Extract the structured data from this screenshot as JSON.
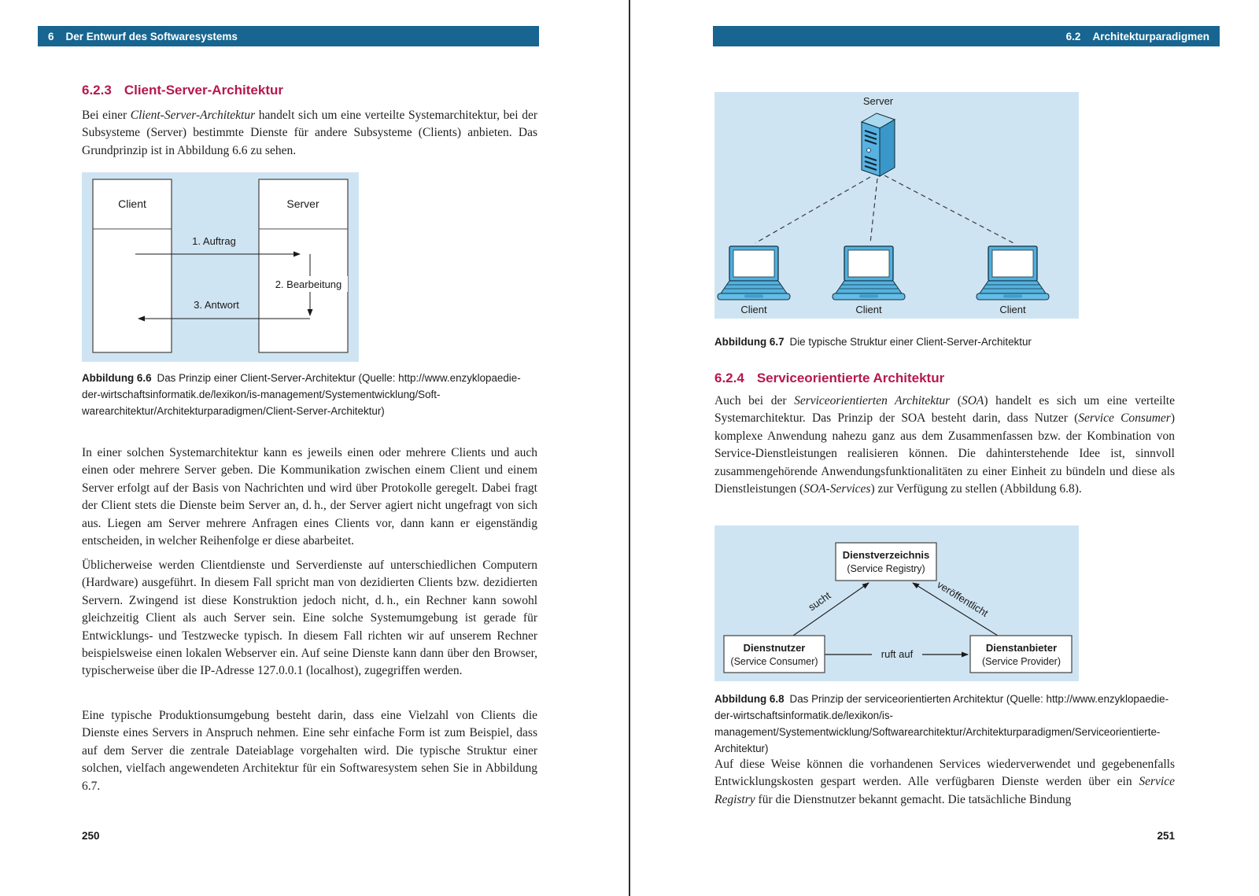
{
  "colors": {
    "header_bar": "#176590",
    "section_heading": "#b6184d",
    "figure_background": "#cfe4f2",
    "diagram_blue_front": "#58b2e1",
    "diagram_blue_side": "#3a97c9",
    "diagram_blue_top": "#a8d9ef",
    "box_border": "#4d4d4d"
  },
  "left_page": {
    "header": {
      "number": "6",
      "title": "Der Entwurf des Softwaresystems"
    },
    "page_number": "250",
    "section": {
      "number": "6.2.3",
      "title": "Client-Server-Architektur"
    },
    "para1": [
      {
        "t": "Bei einer "
      },
      {
        "t": "Client-Server-Architektur",
        "i": true
      },
      {
        "t": " handelt sich um eine verteilte Systemarchitektur, bei der Subsysteme (Server) bestimmte Dienste für andere Subsysteme (Clients) anbieten. Das Grundprinzip ist in Abbildung 6.6 zu sehen."
      }
    ],
    "figure66": {
      "client_label": "Client",
      "server_label": "Server",
      "step1": "1. Auftrag",
      "step2": "2. Bearbeitung",
      "step3": "3. Antwort",
      "caption": [
        {
          "t": "Abbildung 6.6",
          "b": true
        },
        {
          "t": "Das Prinzip einer Client-Server-Architektur (Quelle: http://www.enzyklo­paedie-der-wirtschaftsinformatik.de/lexikon/is-management/Systementwicklung/Soft­warearchitektur/Architekturparadigmen/Client-Server-Architektur)"
        }
      ]
    },
    "para2": [
      {
        "t": "In einer solchen Systemarchitektur kann es jeweils einen oder mehrere Clients und auch einen oder mehrere Server geben. Die Kommunikation zwischen einem Client und einem Server erfolgt auf der Basis von Nachrichten und wird über Protokolle geregelt. Dabei fragt der Client stets die Dienste beim Server an, d. h., der Server agiert nicht ungefragt von sich aus. Liegen am Server mehrere Anfragen eines Clients vor, dann kann er eigenständig entscheiden, in welcher Reihenfolge er diese abarbeitet."
      }
    ],
    "para3": [
      {
        "t": "Üblicherweise werden Clientdienste und Serverdienste auf unterschiedlichen Com­putern (Hardware) ausgeführt. In diesem Fall spricht man von dezidierten Clients bzw. dezidierten Servern. Zwingend ist diese Konstruktion jedoch nicht, d. h., ein Rechner kann sowohl gleichzeitig Client als auch Server sein. Eine solche Systemum­gebung ist gerade für Entwicklungs- und Testzwecke typisch. In diesem Fall richten wir auf unserem Rechner beispielsweise einen lokalen Webserver ein. Auf seine Dienste kann dann über den Browser, typischerweise über die IP-Adresse 127.0.0.1 (localhost), zugegriffen werden."
      }
    ],
    "para4": [
      {
        "t": "Eine typische Produktionsumgebung besteht darin, dass eine Vielzahl von Clients die Dienste eines Servers in Anspruch nehmen. Eine sehr einfache Form ist zum Bei­spiel, dass auf dem Server die zentrale Dateiablage vorgehalten wird. Die typische Struktur einer solchen, vielfach angewendeten Architektur für ein Softwaresystem sehen Sie in Abbildung 6.7."
      }
    ]
  },
  "right_page": {
    "header": {
      "number": "6.2",
      "title": "Architekturparadigmen"
    },
    "page_number": "251",
    "figure67": {
      "server_label": "Server",
      "client_labels": [
        "Client",
        "Client",
        "Client"
      ],
      "caption": [
        {
          "t": "Abbildung 6.7",
          "b": true
        },
        {
          "t": "Die typische Struktur einer Client-Server-Architektur"
        }
      ]
    },
    "section": {
      "number": "6.2.4",
      "title": "Serviceorientierte Architektur"
    },
    "para1": [
      {
        "t": "Auch bei der "
      },
      {
        "t": "Serviceorientierten Architektur",
        "i": true
      },
      {
        "t": " ("
      },
      {
        "t": "SOA",
        "i": true
      },
      {
        "t": ") handelt es sich um eine verteilte Systemarchitektur. Das Prinzip der SOA besteht darin, dass Nutzer ("
      },
      {
        "t": "Service Consu­mer",
        "i": true
      },
      {
        "t": ") komplexe Anwendung nahezu ganz aus dem Zusammenfassen bzw. der Kombi­nation von Service-Dienstleistungen realisieren können. Die dahinterstehende Idee ist, sinnvoll zusammengehörende Anwendungsfunktionalitäten zu einer Einheit zu bündeln und diese als Dienstleistungen ("
      },
      {
        "t": "SOA-Services",
        "i": true
      },
      {
        "t": ") zur Verfügung zu stellen (Abbildung 6.8)."
      }
    ],
    "figure68": {
      "registry_title": "Dienstverzeichnis",
      "registry_sub": "(Service Registry)",
      "consumer_title": "Dienstnutzer",
      "consumer_sub": "(Service Consumer)",
      "provider_title": "Dienstanbieter",
      "provider_sub": "(Service Provider)",
      "edge_search": "sucht",
      "edge_publish": "veröffentlicht",
      "edge_call": "ruft auf",
      "caption": [
        {
          "t": "Abbildung 6.8",
          "b": true
        },
        {
          "t": "Das Prinzip der serviceorientierten Architektur (Quelle: http://www.enzy­klopaedie-der-wirtschaftsinformatik.de/lexikon/is-management/Systementwicklung/Softwarearchitektur/Architekturparadigmen/Serviceorientierte-Architektur)"
        }
      ]
    },
    "para2": [
      {
        "t": "Auf diese Weise können die vorhandenen Services wiederverwendet und gegebenen­falls Entwicklungskosten gespart werden. Alle verfügbaren Dienste werden über ein "
      },
      {
        "t": "Service Registry",
        "i": true
      },
      {
        "t": " für die Dienstnutzer bekannt gemacht. Die tatsächliche Bindung"
      }
    ]
  }
}
